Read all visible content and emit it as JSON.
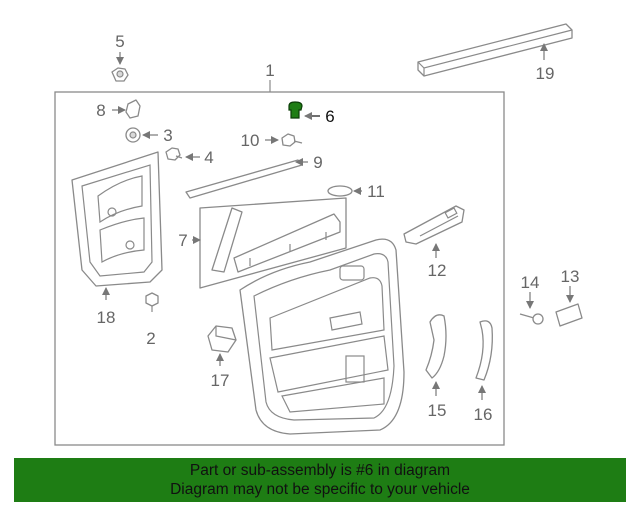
{
  "diagram": {
    "highlight_color": "#1e7d14",
    "callouts": {
      "c1": "1",
      "c2": "2",
      "c3": "3",
      "c4": "4",
      "c5": "5",
      "c6": "6",
      "c7": "7",
      "c8": "8",
      "c9": "9",
      "c10": "10",
      "c11": "11",
      "c12": "12",
      "c13": "13",
      "c14": "14",
      "c15": "15",
      "c16": "16",
      "c17": "17",
      "c18": "18",
      "c19": "19"
    }
  },
  "banner": {
    "color": "#1e7d14",
    "line1": "Part or sub-assembly is #6 in diagram",
    "line2": "Diagram may not be specific to your vehicle"
  }
}
